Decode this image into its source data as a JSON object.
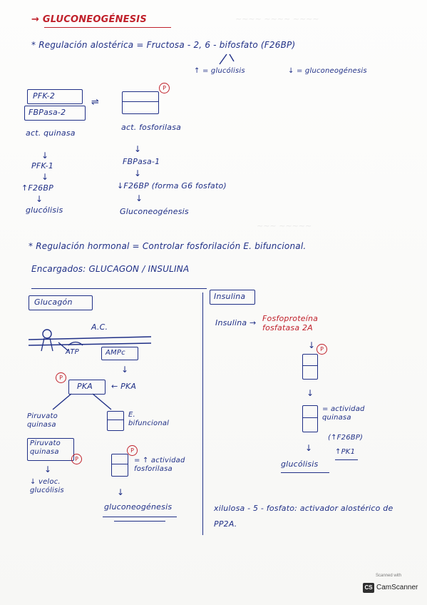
{
  "title": "→ GLUCONEOGÉNESIS",
  "allosteric": {
    "heading": "* Regulación alostérica = Fructosa - 2, 6 - bifosfato (F26BP)",
    "up_glyc": "↑ = glucólisis",
    "down_gng": "↓ = gluconeogénesis"
  },
  "enzyme": {
    "pfk2": "PFK-2",
    "fbpasa2": "FBPasa-2",
    "phospho_p": "P"
  },
  "left_chain": [
    "act. quinasa",
    "PFK-1",
    "↑F26BP",
    "glucólisis"
  ],
  "right_chain": [
    "act. fosforilasa",
    "FBPasa-1",
    "↓F26BP (forma G6 fosfato)",
    "Gluconeogénesis"
  ],
  "hormonal": {
    "heading": "* Regulación hormonal = Controlar fosforilación E. bifuncional.",
    "encargados": "Encargados: GLUCAGON / INSULINA"
  },
  "glucagon": {
    "header": "Glucagón",
    "ac": "A.C.",
    "atp": "ATP",
    "ampc": "AMPc",
    "pka_box": "PKA",
    "pka_arrow": "← PKA",
    "ebif": "E. bifuncional",
    "pyr_kinase": "Piruvato quinasa",
    "pyr_kinase_box": "Piruvato quinasa",
    "decrease": "↓ veloc. glucólisis",
    "activity": "= ↑ actividad fosforilasa",
    "result": "gluconeogénesis"
  },
  "insulina": {
    "header": "Insulina",
    "line": "Insulina →",
    "phosphatase": "Fosfoproteína fosfatasa 2A",
    "activity": "= actividad quinasa",
    "f26bp": "(↑F26BP)",
    "pfk1": "↑PK1",
    "result": "glucólisis",
    "xylulose": "xilulosa - 5 - fosfato: activador alostérico de PP2A."
  },
  "scanner": {
    "label": "Scanned with",
    "logo_mark": "CS",
    "name": "CamScanner"
  },
  "colors": {
    "ink": "#1f2f86",
    "red_ink": "#c0212b"
  }
}
